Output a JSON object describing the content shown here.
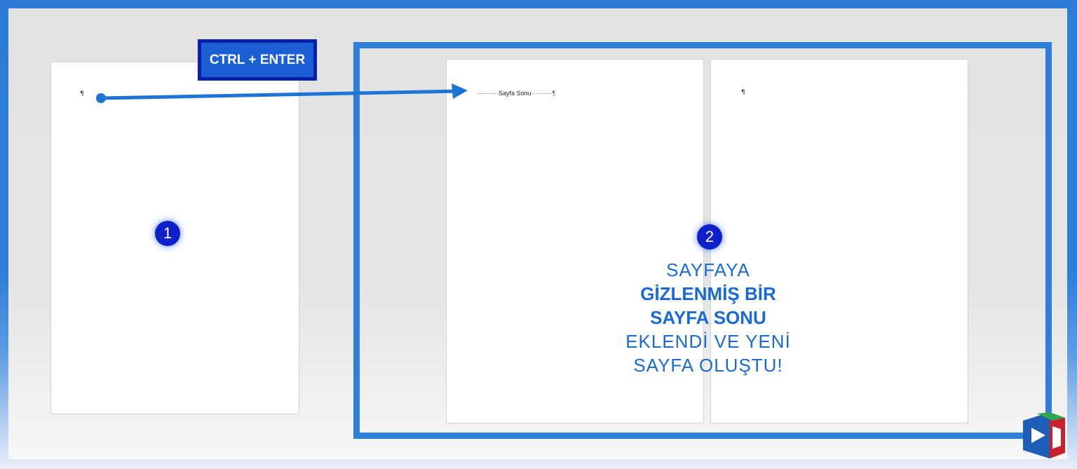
{
  "shortcut": {
    "label": "CTRL + ENTER"
  },
  "steps": {
    "one": "1",
    "two": "2"
  },
  "pages": {
    "first_mark": "¶",
    "page_break_text": "Sayfa Sonu",
    "page_break_dots_left": "··········",
    "page_break_dots_right": "··········¶",
    "third_mark": "¶"
  },
  "caption": {
    "line1": "SAYFAYA",
    "line2": "GİZLENMİŞ BİR",
    "line3": "SAYFA SONU",
    "line4": "EKLENDİ VE YENİ",
    "line5": "SAYFA OLUŞTU!"
  },
  "colors": {
    "accent": "#2f7ed8",
    "badge": "#1020c8",
    "caption_text": "#1a6ad4"
  },
  "icons": {
    "arrow": "arrow-right-icon",
    "logo": "brand-logo-icon"
  }
}
